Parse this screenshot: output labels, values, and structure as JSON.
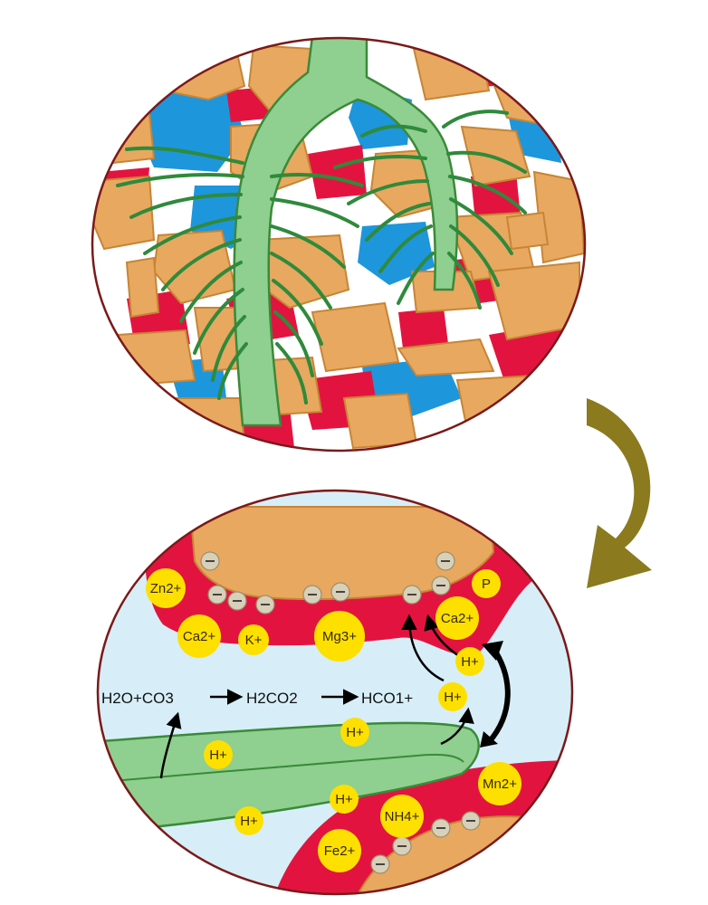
{
  "colors": {
    "soil_particle": "#e8a85f",
    "soil_particle_dark": "#c78535",
    "mucilage": "#e2143f",
    "water": "#1e96dc",
    "root": "#8fcf8f",
    "root_dark": "#3a8a3a",
    "root_hair": "#2f8a3c",
    "soil_solution": "#d7eef8",
    "ion": "#fde000",
    "negative_charge": "#d8d0b8",
    "arrow_transition": "#8b7a1e",
    "arrow_black": "#000000"
  },
  "zoom_arrow": {
    "icon": "curved-arrow-down-left"
  },
  "ions_top": [
    {
      "text": "Zn2+"
    },
    {
      "text": "Ca2+"
    },
    {
      "text": "K+"
    },
    {
      "text": "Mg3+"
    },
    {
      "text": "Ca2+"
    },
    {
      "text": "P"
    }
  ],
  "ions_h": [
    {
      "text": "H+"
    },
    {
      "text": "H+"
    },
    {
      "text": "H+"
    },
    {
      "text": "H+"
    },
    {
      "text": "H+"
    },
    {
      "text": "H+"
    }
  ],
  "ions_bottom": [
    {
      "text": "Mn2+"
    },
    {
      "text": "NH4+"
    },
    {
      "text": "Fe2+"
    }
  ],
  "equation": {
    "term1": "H2O+CO3",
    "term2": "H2CO2",
    "term3": "HCO1+"
  }
}
